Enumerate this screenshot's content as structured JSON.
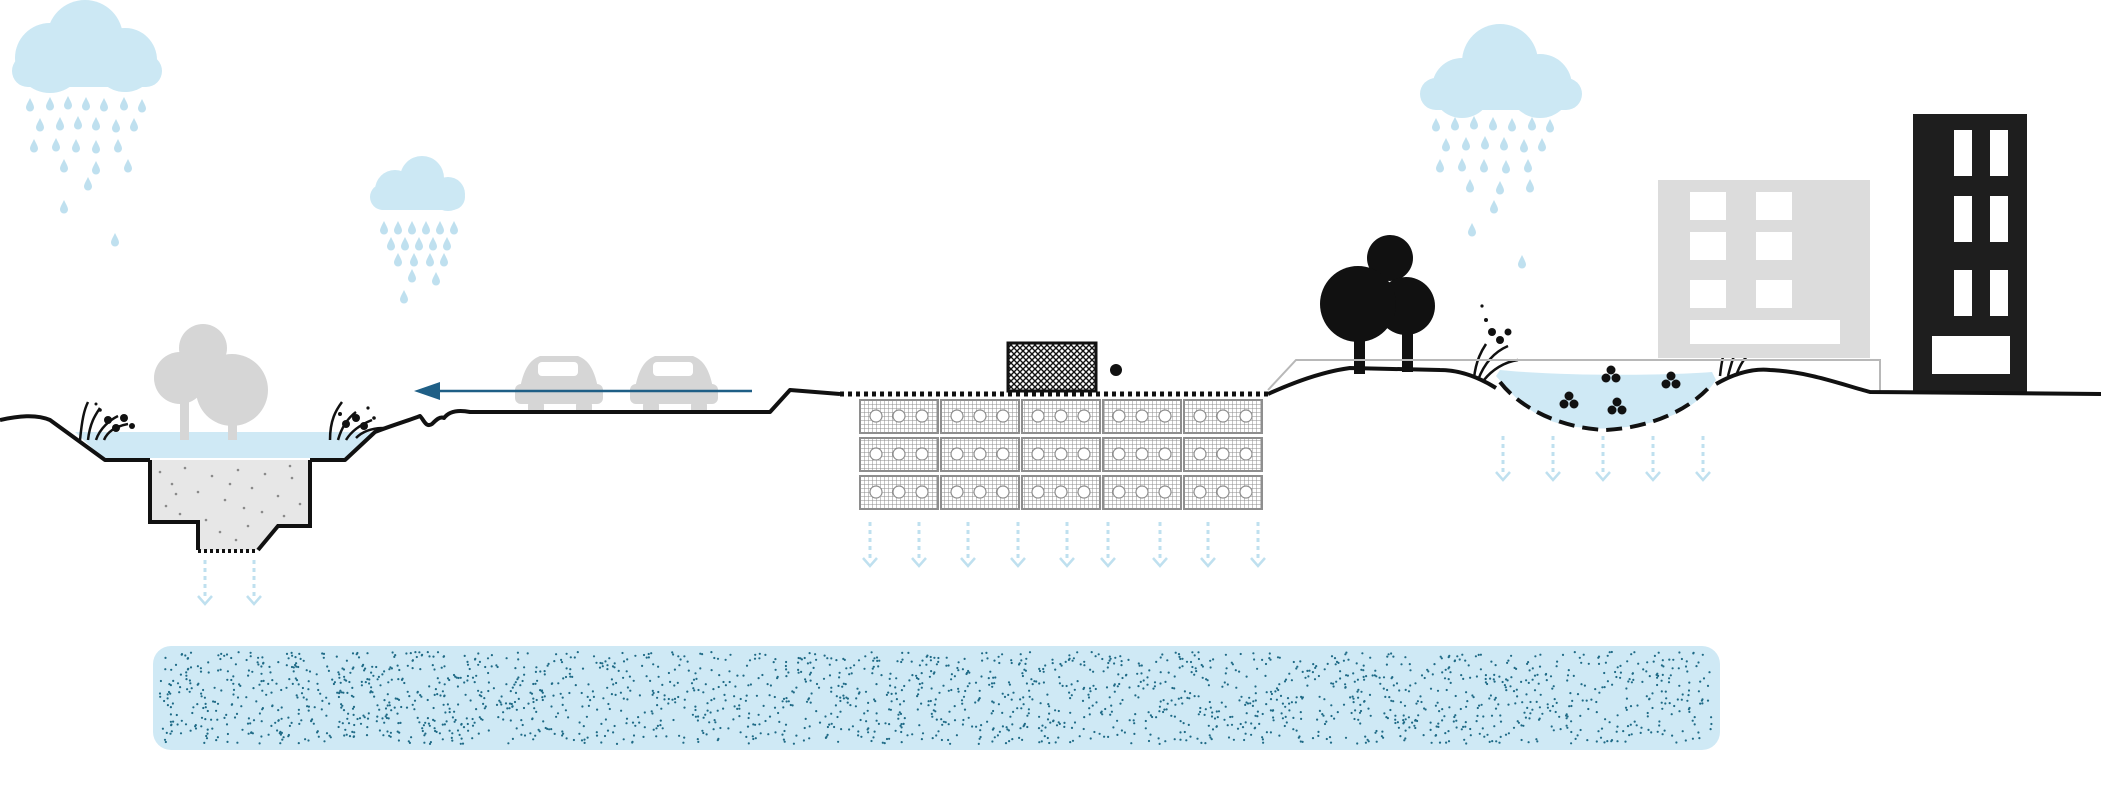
{
  "diagram": {
    "kind": "stormwater-infiltration-cross-section",
    "text_labels": [],
    "colors": {
      "cloud": "#cce8f4",
      "rain": "#bfe0ef",
      "water": "#cfe9f5",
      "aquifer_fill": "#cfe9f5",
      "aquifer_dots": "#1e6a86",
      "ground_line": "#111111",
      "faded_object": "#d6d6d6",
      "crate": "#8e8e8e",
      "flow_arrow": "#1f5f86",
      "building_dark": "#1e1e1e",
      "building_light": "#dcdcdc"
    },
    "icons": [
      "rain-cloud-icon",
      "tree-icon",
      "car-icon",
      "soccer-goal-icon",
      "ball-icon",
      "building-icon",
      "reed-plant-icon",
      "infiltration-arrow-icon"
    ],
    "zones": [
      "infiltration-trench",
      "road",
      "sports-field-with-infiltration-crates",
      "park-with-swale",
      "buildings",
      "groundwater-aquifer"
    ]
  }
}
